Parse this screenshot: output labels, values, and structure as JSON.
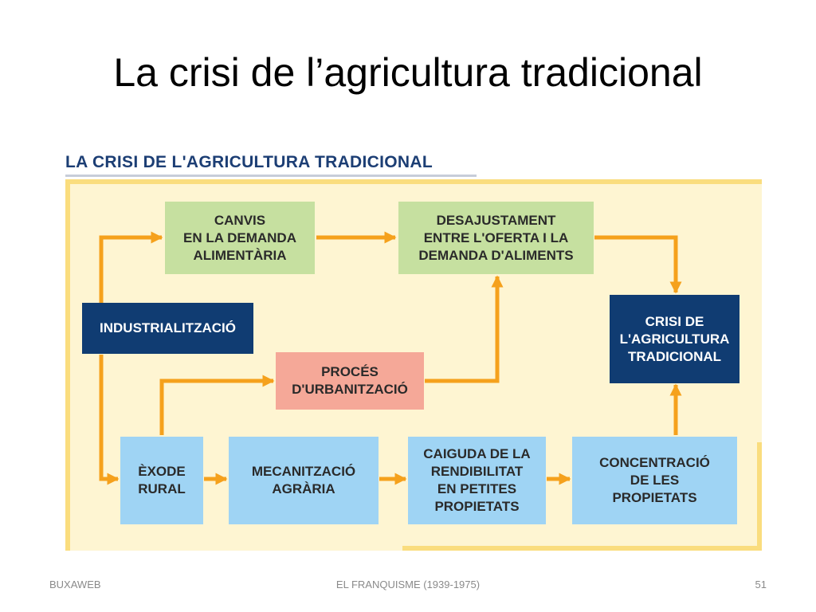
{
  "slide": {
    "title": "La crisi de l’agricultura tradicional"
  },
  "figure": {
    "title": "LA CRISI DE L'AGRICULTURA TRADICIONAL",
    "boxes": {
      "canvis": "CANVIS\nEN LA DEMANDA\nALIMENTÀRIA",
      "desajustament": "DESAJUSTAMENT\nENTRE L'OFERTA I LA\nDEMANDA D'ALIMENTS",
      "industrialitzacio": "INDUSTRIALITZACIÓ",
      "crisi": "CRISI DE\nL'AGRICULTURA\nTRADICIONAL",
      "proces": "PROCÉS\nD'URBANITZACIÓ",
      "exode": "ÈXODE\nRURAL",
      "mecanitzacio": "MECANITZACIÓ\nAGRÀRIA",
      "caiguda": "CAIGUDA DE LA\nRENDIBILITAT\nEN PETITES\nPROPIETATS",
      "concentracio": "CONCENTRACIÓ\nDE LES\nPROPIETATS"
    }
  },
  "footer": {
    "left": "BUXAWEB",
    "center": "EL FRANQUISME (1939-1975)",
    "right": "51"
  },
  "colors": {
    "arrow": "#f5a11c",
    "navy": "#103c72",
    "green": "#c6e0a0",
    "salmon": "#f5a898",
    "blue": "#9fd4f4",
    "panel": "#fef5d2"
  }
}
